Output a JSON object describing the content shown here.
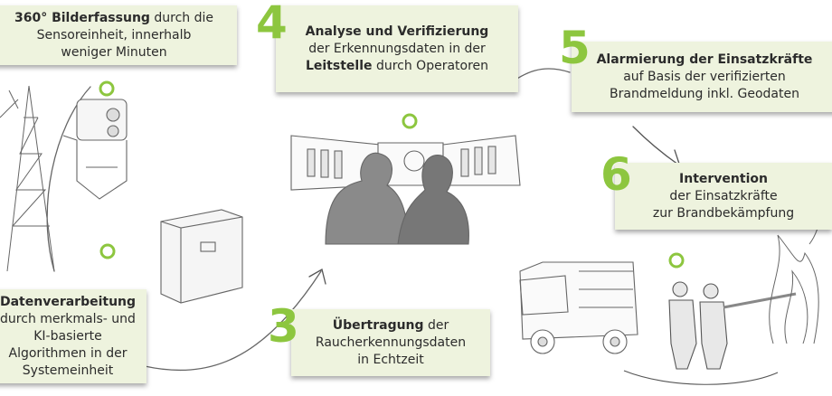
{
  "accent_color": "#8dc63f",
  "box_color": "#eef3de",
  "steps": [
    {
      "number": "",
      "bold": "360° Bilderfassung",
      "rest1": " durch die",
      "line2": "Sensoreinheit, innerhalb",
      "line3": "weniger Minuten"
    },
    {
      "number": "",
      "bold": "Datenverarbeitung",
      "line2": "durch merkmals- und",
      "line3": "KI-basierte",
      "line4": "Algorithmen in der",
      "line5": "Systemeinheit"
    },
    {
      "number": "3",
      "bold": "Übertragung",
      "rest1": " der",
      "line2": "Raucherkennungsdaten",
      "line3": "in Echtzeit"
    },
    {
      "number": "4",
      "bold": "Analyse und Verifizierung",
      "line2": "der Erkennungsdaten in der",
      "line3_bold": "Leitstelle",
      "line3_rest": " durch Operatoren"
    },
    {
      "number": "5",
      "bold": "Alarmierung der Einsatzkräfte",
      "line2": "auf Basis der verifizierten",
      "line3": "Brandmeldung inkl. Geodaten"
    },
    {
      "number": "6",
      "bold": "Intervention",
      "line2": "der Einsatzkräfte",
      "line3": "zur Brandbekämpfung"
    }
  ],
  "icons": [
    "tower-sketch",
    "camera-sensor-sketch",
    "system-cabinet-sketch",
    "control-room-operators-sketch",
    "fire-truck-sketch",
    "firefighters-sketch",
    "fire-sketch"
  ]
}
